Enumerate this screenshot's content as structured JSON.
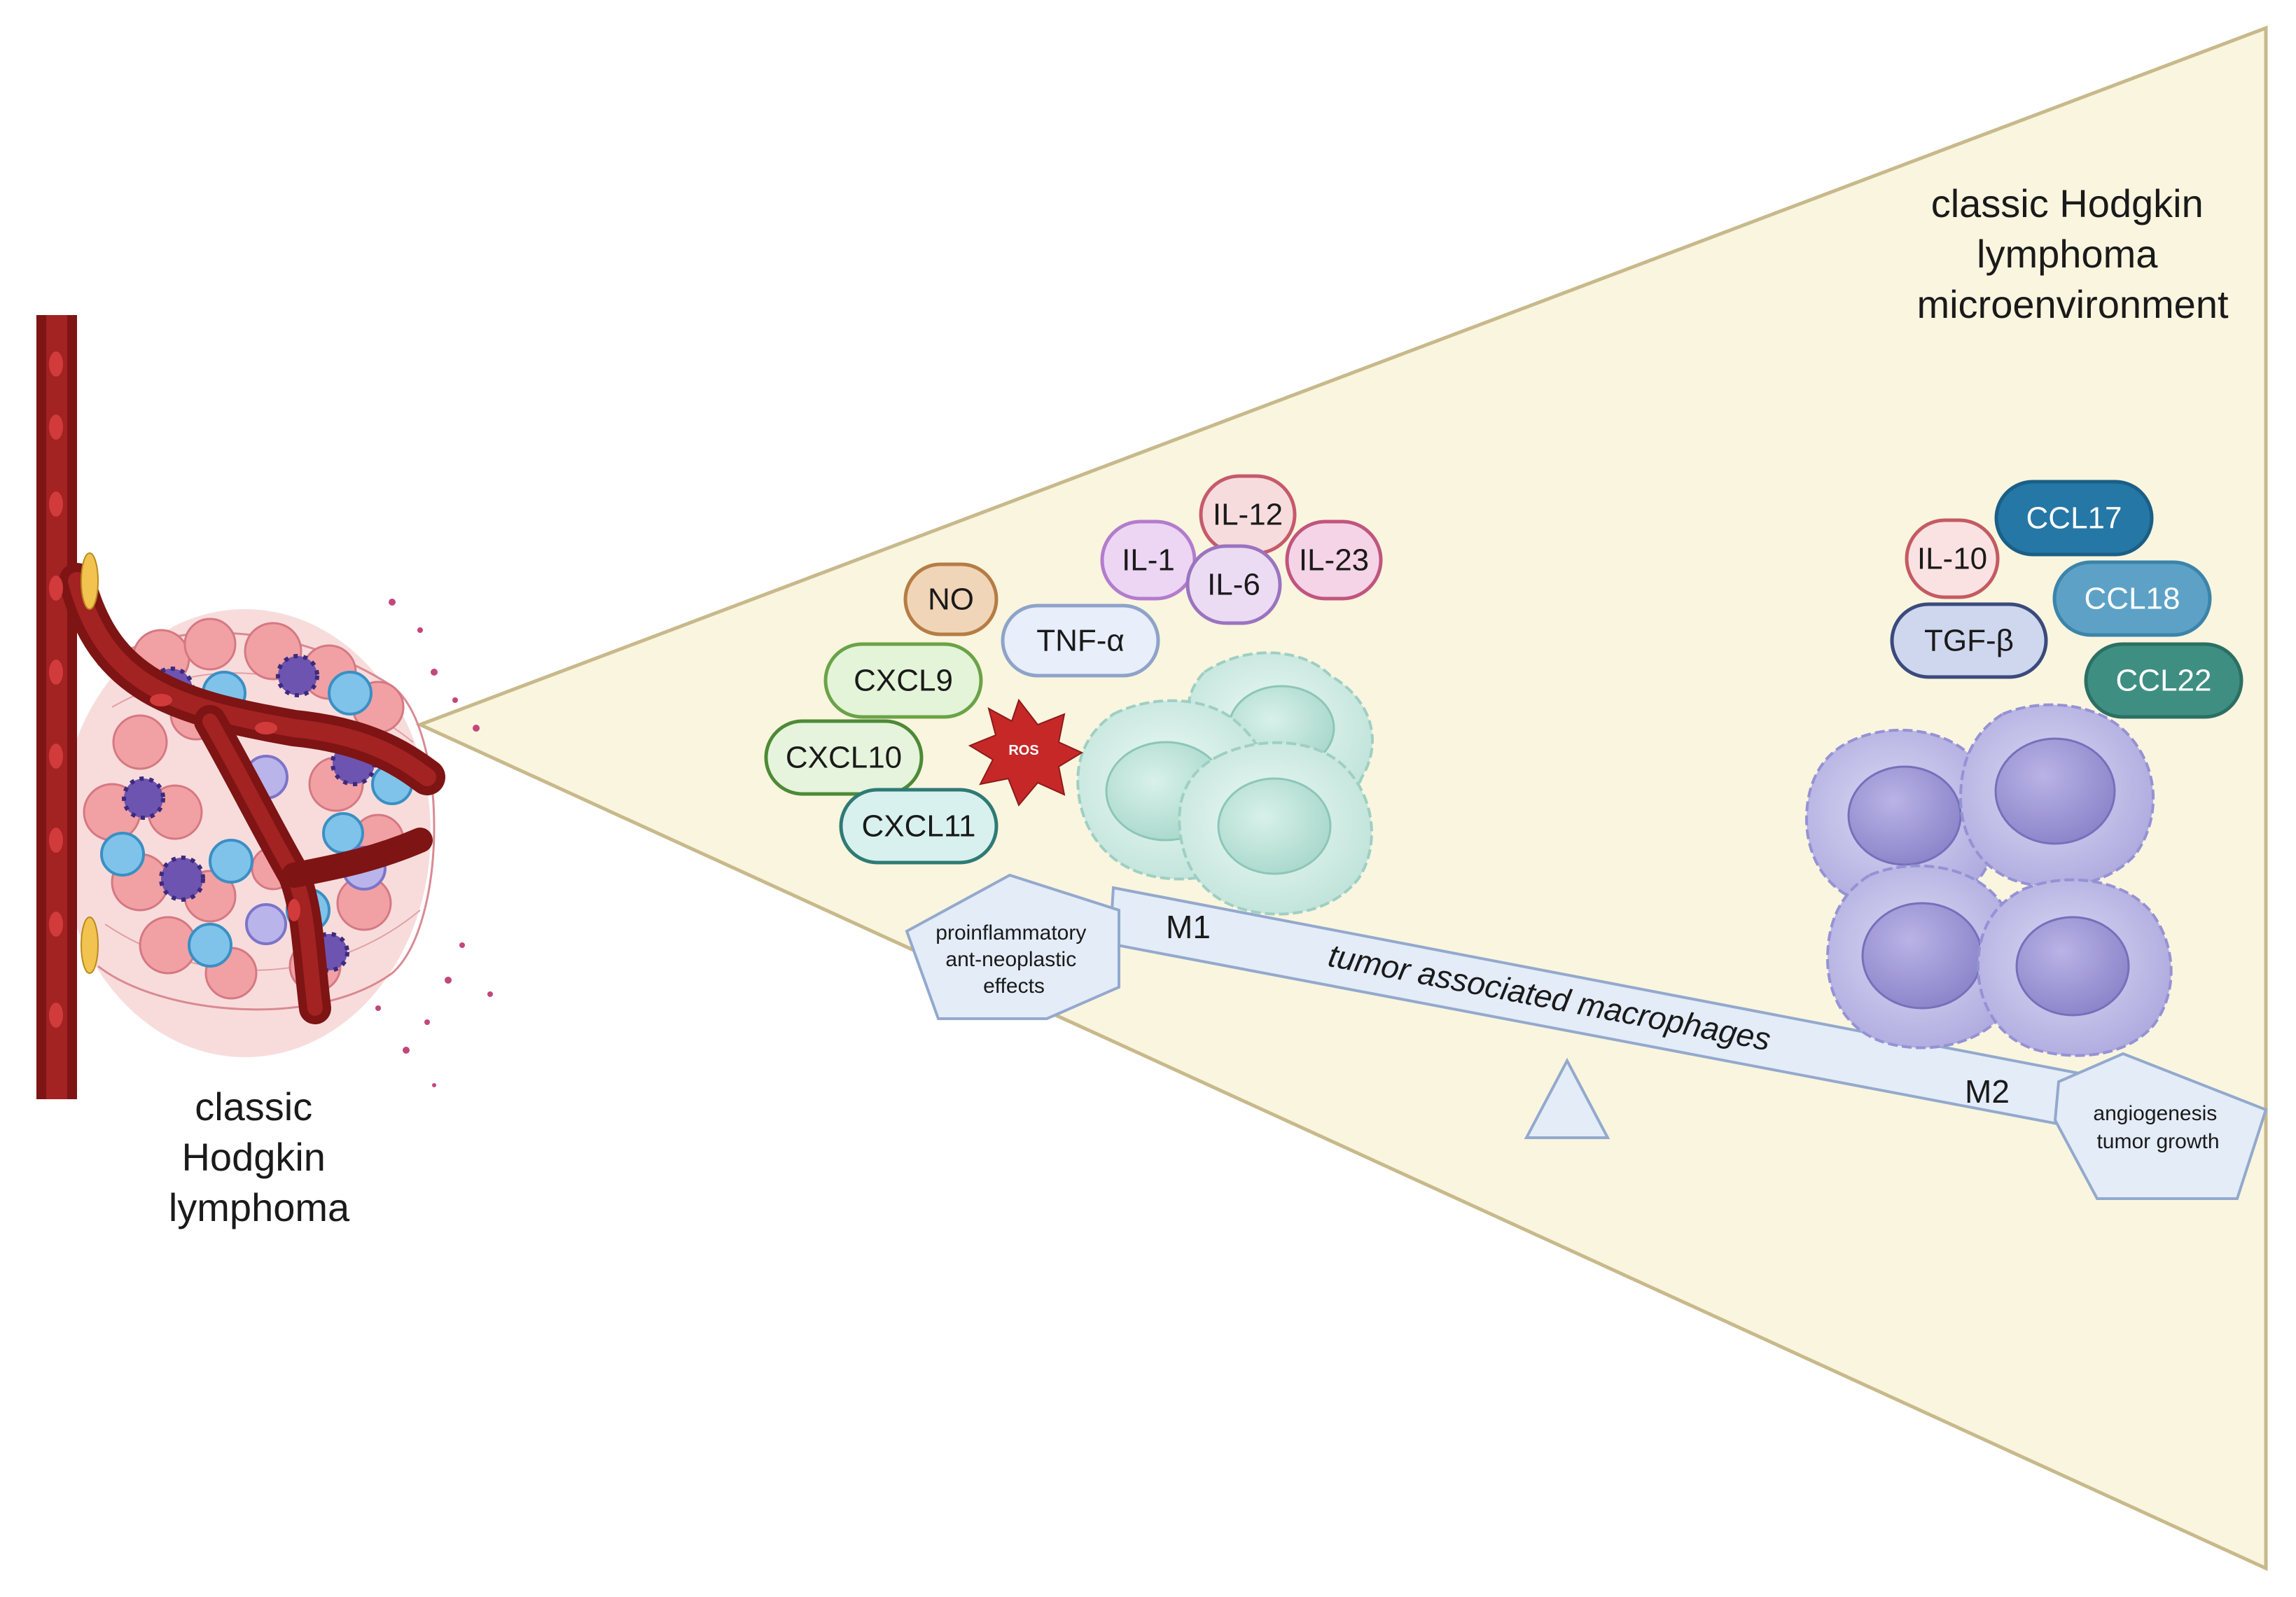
{
  "left_label": [
    "classic",
    "Hodgkin",
    "lymphoma"
  ],
  "right_title": [
    "classic Hodgkin",
    "lymphoma",
    "microenvironment"
  ],
  "m1_cytokines": [
    {
      "label": "NO",
      "fill": "#f1d5b8",
      "stroke": "#b57d44"
    },
    {
      "label": "TNF-α",
      "fill": "#e8eefa",
      "stroke": "#8ea3c9"
    },
    {
      "label": "IL-1",
      "fill": "#ecd6f4",
      "stroke": "#b37ccc"
    },
    {
      "label": "IL-12",
      "fill": "#f7dcde",
      "stroke": "#c65a6a"
    },
    {
      "label": "IL-6",
      "fill": "#ecdcf3",
      "stroke": "#9a74bf"
    },
    {
      "label": "IL-23",
      "fill": "#f4d4e6",
      "stroke": "#c0557e"
    },
    {
      "label": "CXCL9",
      "fill": "#e4f4d8",
      "stroke": "#6aa348"
    },
    {
      "label": "CXCL10",
      "fill": "#e6f4dd",
      "stroke": "#4d8a36"
    },
    {
      "label": "CXCL11",
      "fill": "#d9f1ee",
      "stroke": "#2f7a75"
    }
  ],
  "ros_label": "ROS",
  "m2_cytokines": [
    {
      "label": "IL-10",
      "fill": "#fbe2e2",
      "stroke": "#c45a62"
    },
    {
      "label": "CCL17",
      "fill": "#2577a5",
      "stroke": "#1a5f86"
    },
    {
      "label": "TGF-β",
      "fill": "#cfd7ee",
      "stroke": "#3a4a7c"
    },
    {
      "label": "CCL18",
      "fill": "#5da2c6",
      "stroke": "#3c84aa"
    },
    {
      "label": "CCL22",
      "fill": "#3e8f82",
      "stroke": "#2c6f64"
    }
  ],
  "m1_label": "M1",
  "m2_label": "M2",
  "balance_label": "tumor associated macrophages",
  "m1_effects": [
    "proinflammatory",
    "ant-neoplastic",
    "effects"
  ],
  "m2_effects": [
    "angiogenesis",
    "tumor growth"
  ],
  "colors": {
    "cone_fill": "#faf5df",
    "cone_stroke": "#c8b98b",
    "balance_fill": "#e4ecf8",
    "balance_stroke": "#93a9cd",
    "m1_cell": "#d6efe9",
    "m2_cell": "#c6c4e8",
    "vessel": "#7e1414",
    "ros": "#c62828"
  }
}
